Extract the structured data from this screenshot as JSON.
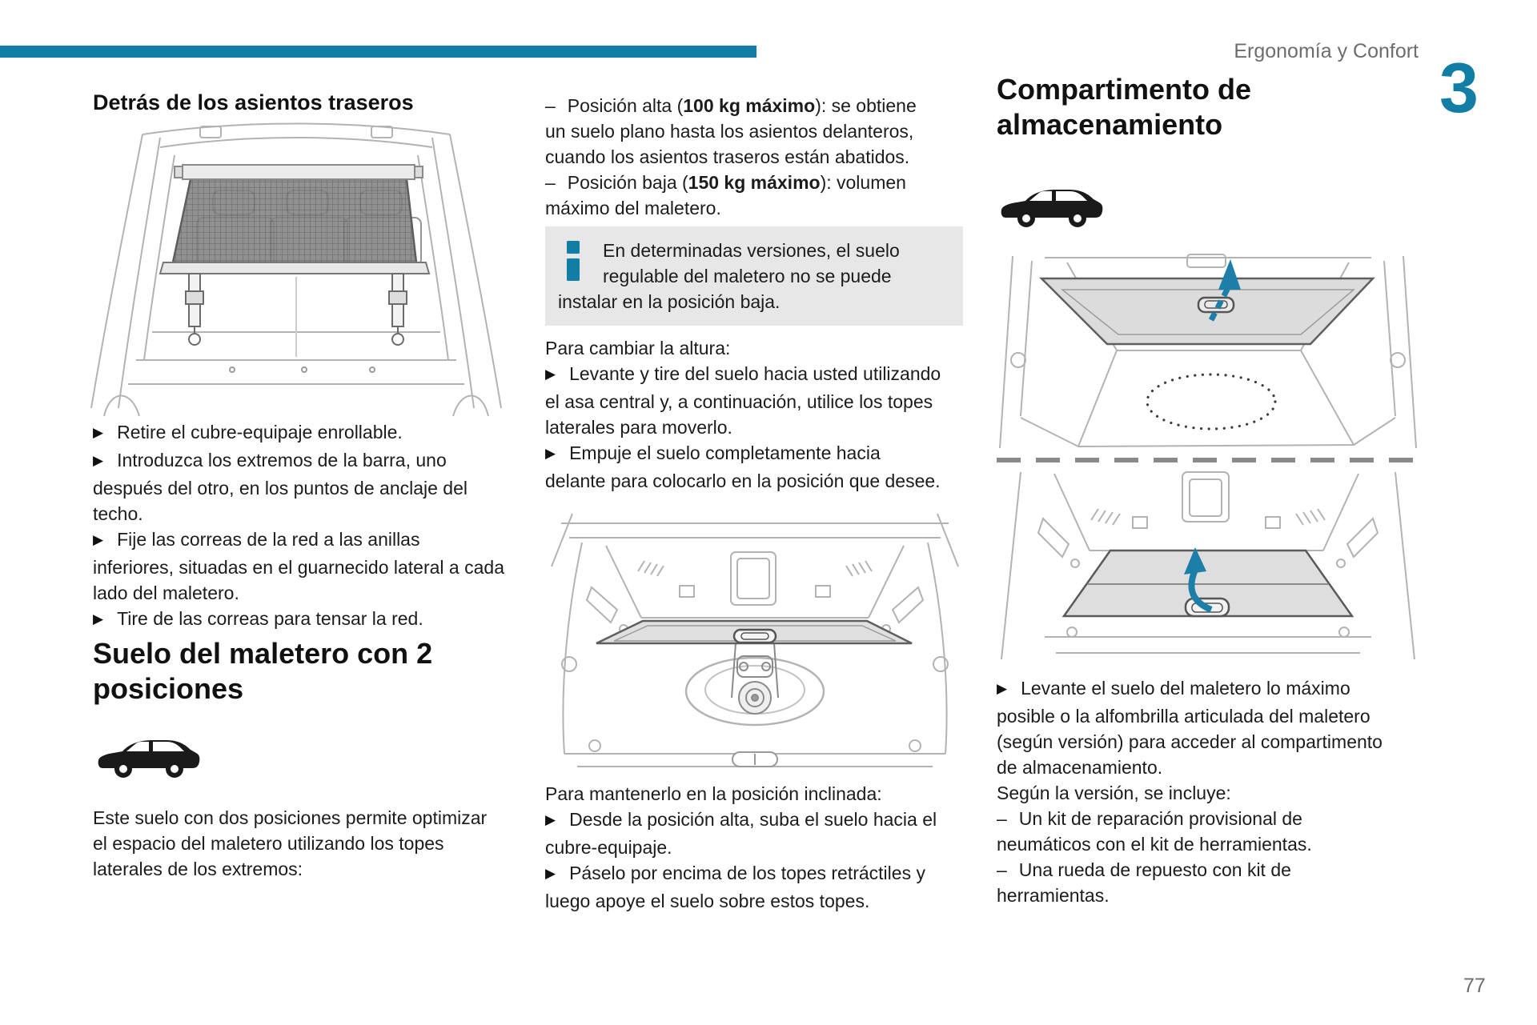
{
  "header": {
    "section_title": "Ergonomía y Confort",
    "chapter_number": "3"
  },
  "page_number": "77",
  "glyphs": {
    "bullet": "▶",
    "dash": "–"
  },
  "colors": {
    "accent": "#127EA6",
    "info_box_bg": "#E7E7E7",
    "muted_text": "#6D6D6D"
  },
  "col1": {
    "heading1": "Detrás de los asientos traseros",
    "illustration1": "cargo-net-behind-rear-seats",
    "bullets1": [
      "Retire el cubre-equipaje enrollable.",
      "Introduzca los extremos de la barra, uno después del otro, en los puntos de anclaje del techo.",
      "Fije las correas de la red a las anillas inferiores, situadas en el guarnecido lateral a cada lado del maletero.",
      "Tire de las correas para tensar la red."
    ],
    "heading2": "Suelo del maletero con 2 posiciones",
    "paragraph": "Este suelo con dos posiciones permite optimizar el espacio del maletero utilizando los topes laterales de los extremos:"
  },
  "col2": {
    "items": [
      {
        "pre": "Posición alta (",
        "bold": "100 kg máximo",
        "post": "): se obtiene un suelo plano hasta los asientos delanteros, cuando los asientos traseros están abatidos."
      },
      {
        "pre": "Posición baja (",
        "bold": "150 kg máximo",
        "post": "): volumen máximo del maletero."
      }
    ],
    "info_note": "En determinadas versiones, el suelo regulable del maletero no se puede instalar en la posición baja.",
    "change_height_intro": "Para cambiar la altura:",
    "change_height_bullets": [
      "Levante y tire del suelo hacia usted utilizando el asa central y, a continuación, utilice los topes laterales para moverlo.",
      "Empuje el suelo completamente hacia delante para colocarlo en la posición que desee."
    ],
    "illustration2": "boot-floor-and-spare-wheel",
    "keep_position_intro": "Para mantenerlo en la posición inclinada:",
    "keep_position_bullets": [
      "Desde la posición alta, suba el suelo hacia el cubre-equipaje.",
      "Páselo por encima de los topes retráctiles y luego apoye el suelo sobre estos topes."
    ]
  },
  "col3": {
    "heading": "Compartimento de almacenamiento",
    "illustration3": "boot-floor-lifted",
    "illustration4": "boot-floor-flat-handle",
    "bullet": "Levante el suelo del maletero lo máximo posible o la alfombrilla articulada del maletero (según versión) para acceder al compartimento de almacenamiento.",
    "version_intro": "Según la versión, se incluye:",
    "version_items": [
      "Un kit de reparación provisional de neumáticos con el kit de herramientas.",
      "Una rueda de repuesto con kit de herramientas."
    ]
  }
}
